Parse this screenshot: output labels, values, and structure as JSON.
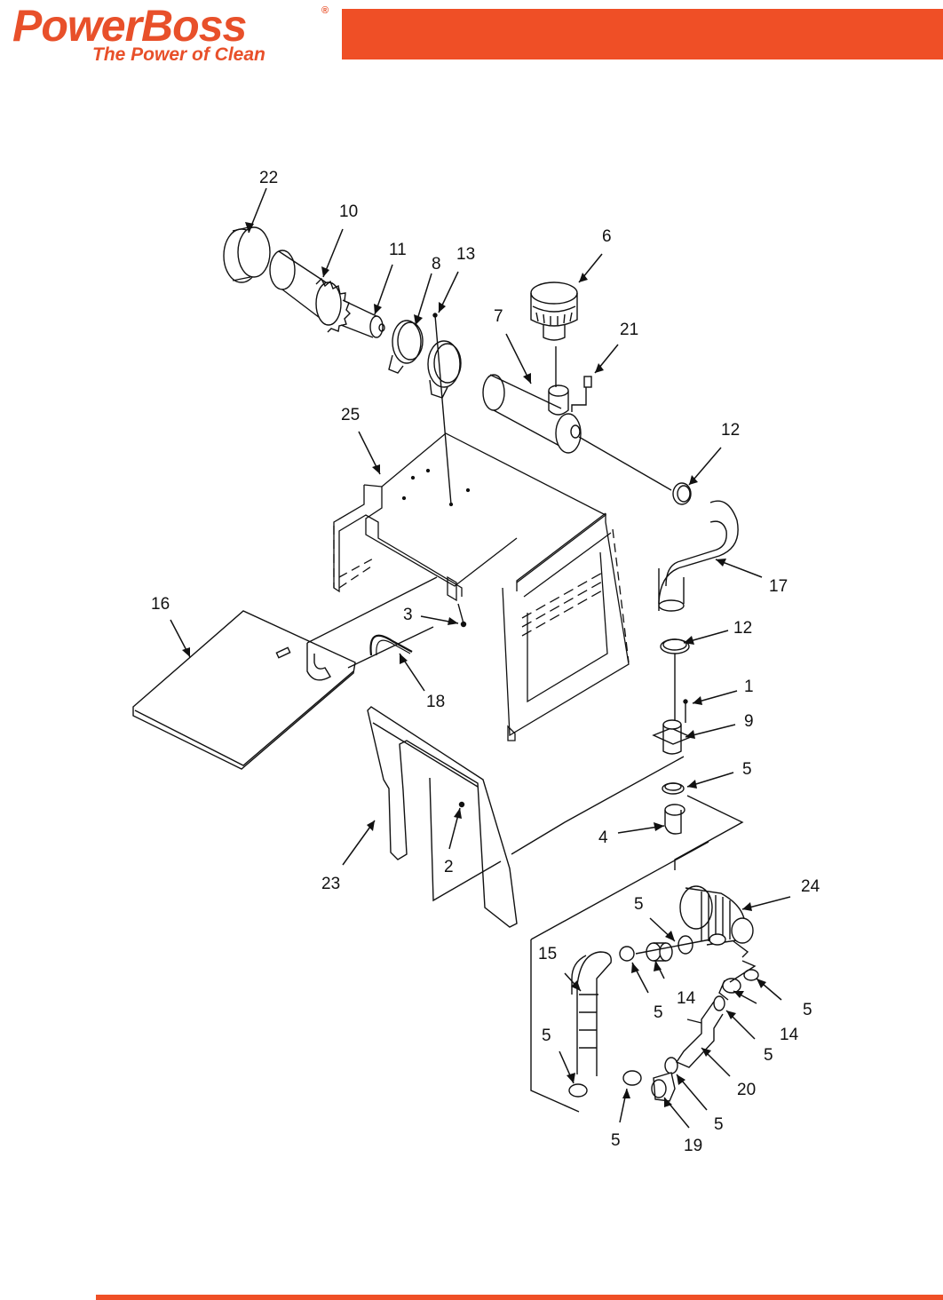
{
  "header": {
    "brand": "PowerBoss",
    "registered_mark": "®",
    "tagline": "The Power of Clean",
    "accent_color": "#ef4f26"
  },
  "diagram": {
    "callouts": [
      {
        "id": "c22",
        "label": "22"
      },
      {
        "id": "c10",
        "label": "10"
      },
      {
        "id": "c11",
        "label": "11"
      },
      {
        "id": "c8",
        "label": "8"
      },
      {
        "id": "c13",
        "label": "13"
      },
      {
        "id": "c6",
        "label": "6"
      },
      {
        "id": "c7",
        "label": "7"
      },
      {
        "id": "c21",
        "label": "21"
      },
      {
        "id": "c25",
        "label": "25"
      },
      {
        "id": "c12a",
        "label": "12"
      },
      {
        "id": "c17",
        "label": "17"
      },
      {
        "id": "c16",
        "label": "16"
      },
      {
        "id": "c3",
        "label": "3"
      },
      {
        "id": "c12b",
        "label": "12"
      },
      {
        "id": "c18",
        "label": "18"
      },
      {
        "id": "c1",
        "label": "1"
      },
      {
        "id": "c9",
        "label": "9"
      },
      {
        "id": "c5a",
        "label": "5"
      },
      {
        "id": "c4",
        "label": "4"
      },
      {
        "id": "c23",
        "label": "23"
      },
      {
        "id": "c2",
        "label": "2"
      },
      {
        "id": "c24",
        "label": "24"
      },
      {
        "id": "c5b",
        "label": "5"
      },
      {
        "id": "c15",
        "label": "15"
      },
      {
        "id": "c14a",
        "label": "14"
      },
      {
        "id": "c5c",
        "label": "5"
      },
      {
        "id": "c5d",
        "label": "5"
      },
      {
        "id": "c14b",
        "label": "14"
      },
      {
        "id": "c5e",
        "label": "5"
      },
      {
        "id": "c5f",
        "label": "5"
      },
      {
        "id": "c20",
        "label": "20"
      },
      {
        "id": "c5g",
        "label": "5"
      },
      {
        "id": "c19",
        "label": "19"
      },
      {
        "id": "c5h",
        "label": "5"
      }
    ]
  }
}
